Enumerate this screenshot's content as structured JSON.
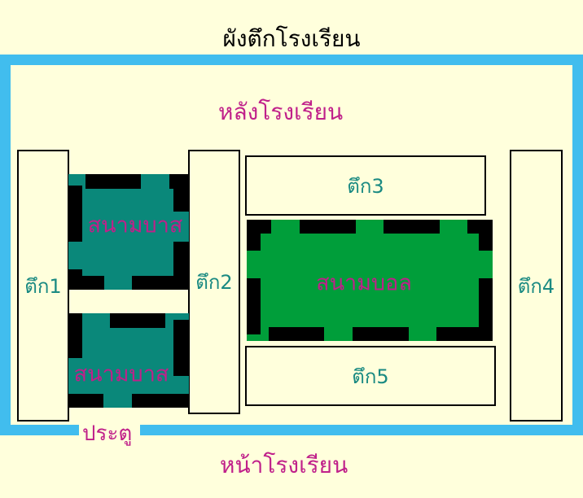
{
  "title": "ผังตึกโรงเรียน",
  "back_label": "หลังโรงเรียน",
  "front_label": "หน้าโรงเรียน",
  "gate_label": "ประตู",
  "buildings": [
    "ตึก1",
    "ตึก2",
    "ตึก3",
    "ตึก4",
    "ตึก5"
  ],
  "courts": {
    "basketball_1": "สนามบาส",
    "basketball_2": "สนามบาส",
    "football": "สนามบอล"
  },
  "colors": {
    "frame": "#41bdee",
    "background": "#ffffdc",
    "basketball": "#0a887a",
    "football": "#009e3a",
    "label": "#c0208a",
    "building_text": "#1a8a82"
  }
}
